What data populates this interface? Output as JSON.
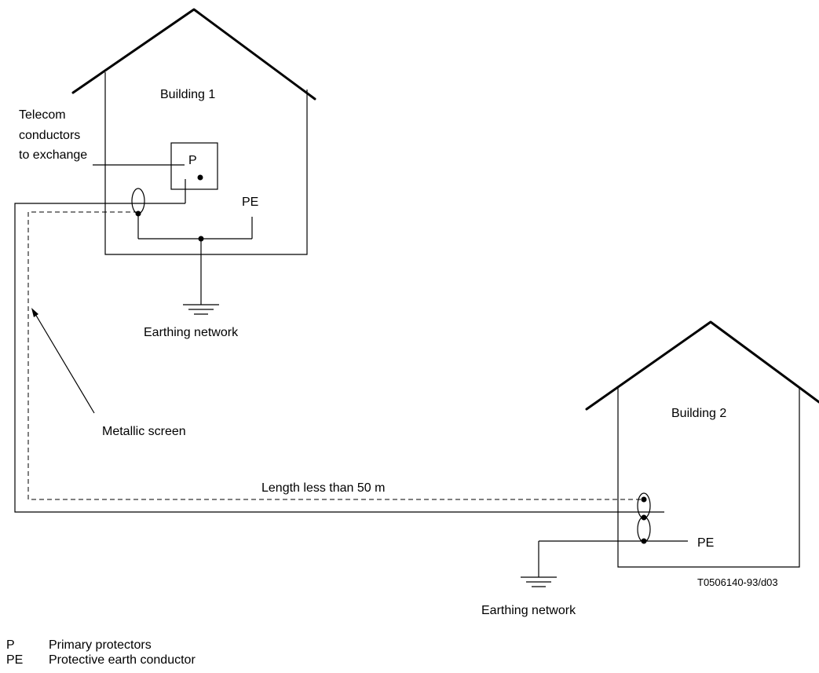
{
  "diagram": {
    "building1": {
      "title": "Building 1",
      "telecom_label": [
        "Telecom",
        "conductors",
        "to exchange"
      ],
      "protector_label": "P",
      "pe_label": "PE",
      "earthing_label": "Earthing network"
    },
    "building2": {
      "title": "Building 2",
      "pe_label": "PE",
      "earthing_label": "Earthing network"
    },
    "metallic_screen_label": "Metallic screen",
    "length_label": "Length less than 50 m",
    "figure_id": "T0506140-93/d03"
  },
  "legend": [
    {
      "key": "P",
      "text": "Primary protectors"
    },
    {
      "key": "PE",
      "text": "Protective earth conductor"
    }
  ]
}
